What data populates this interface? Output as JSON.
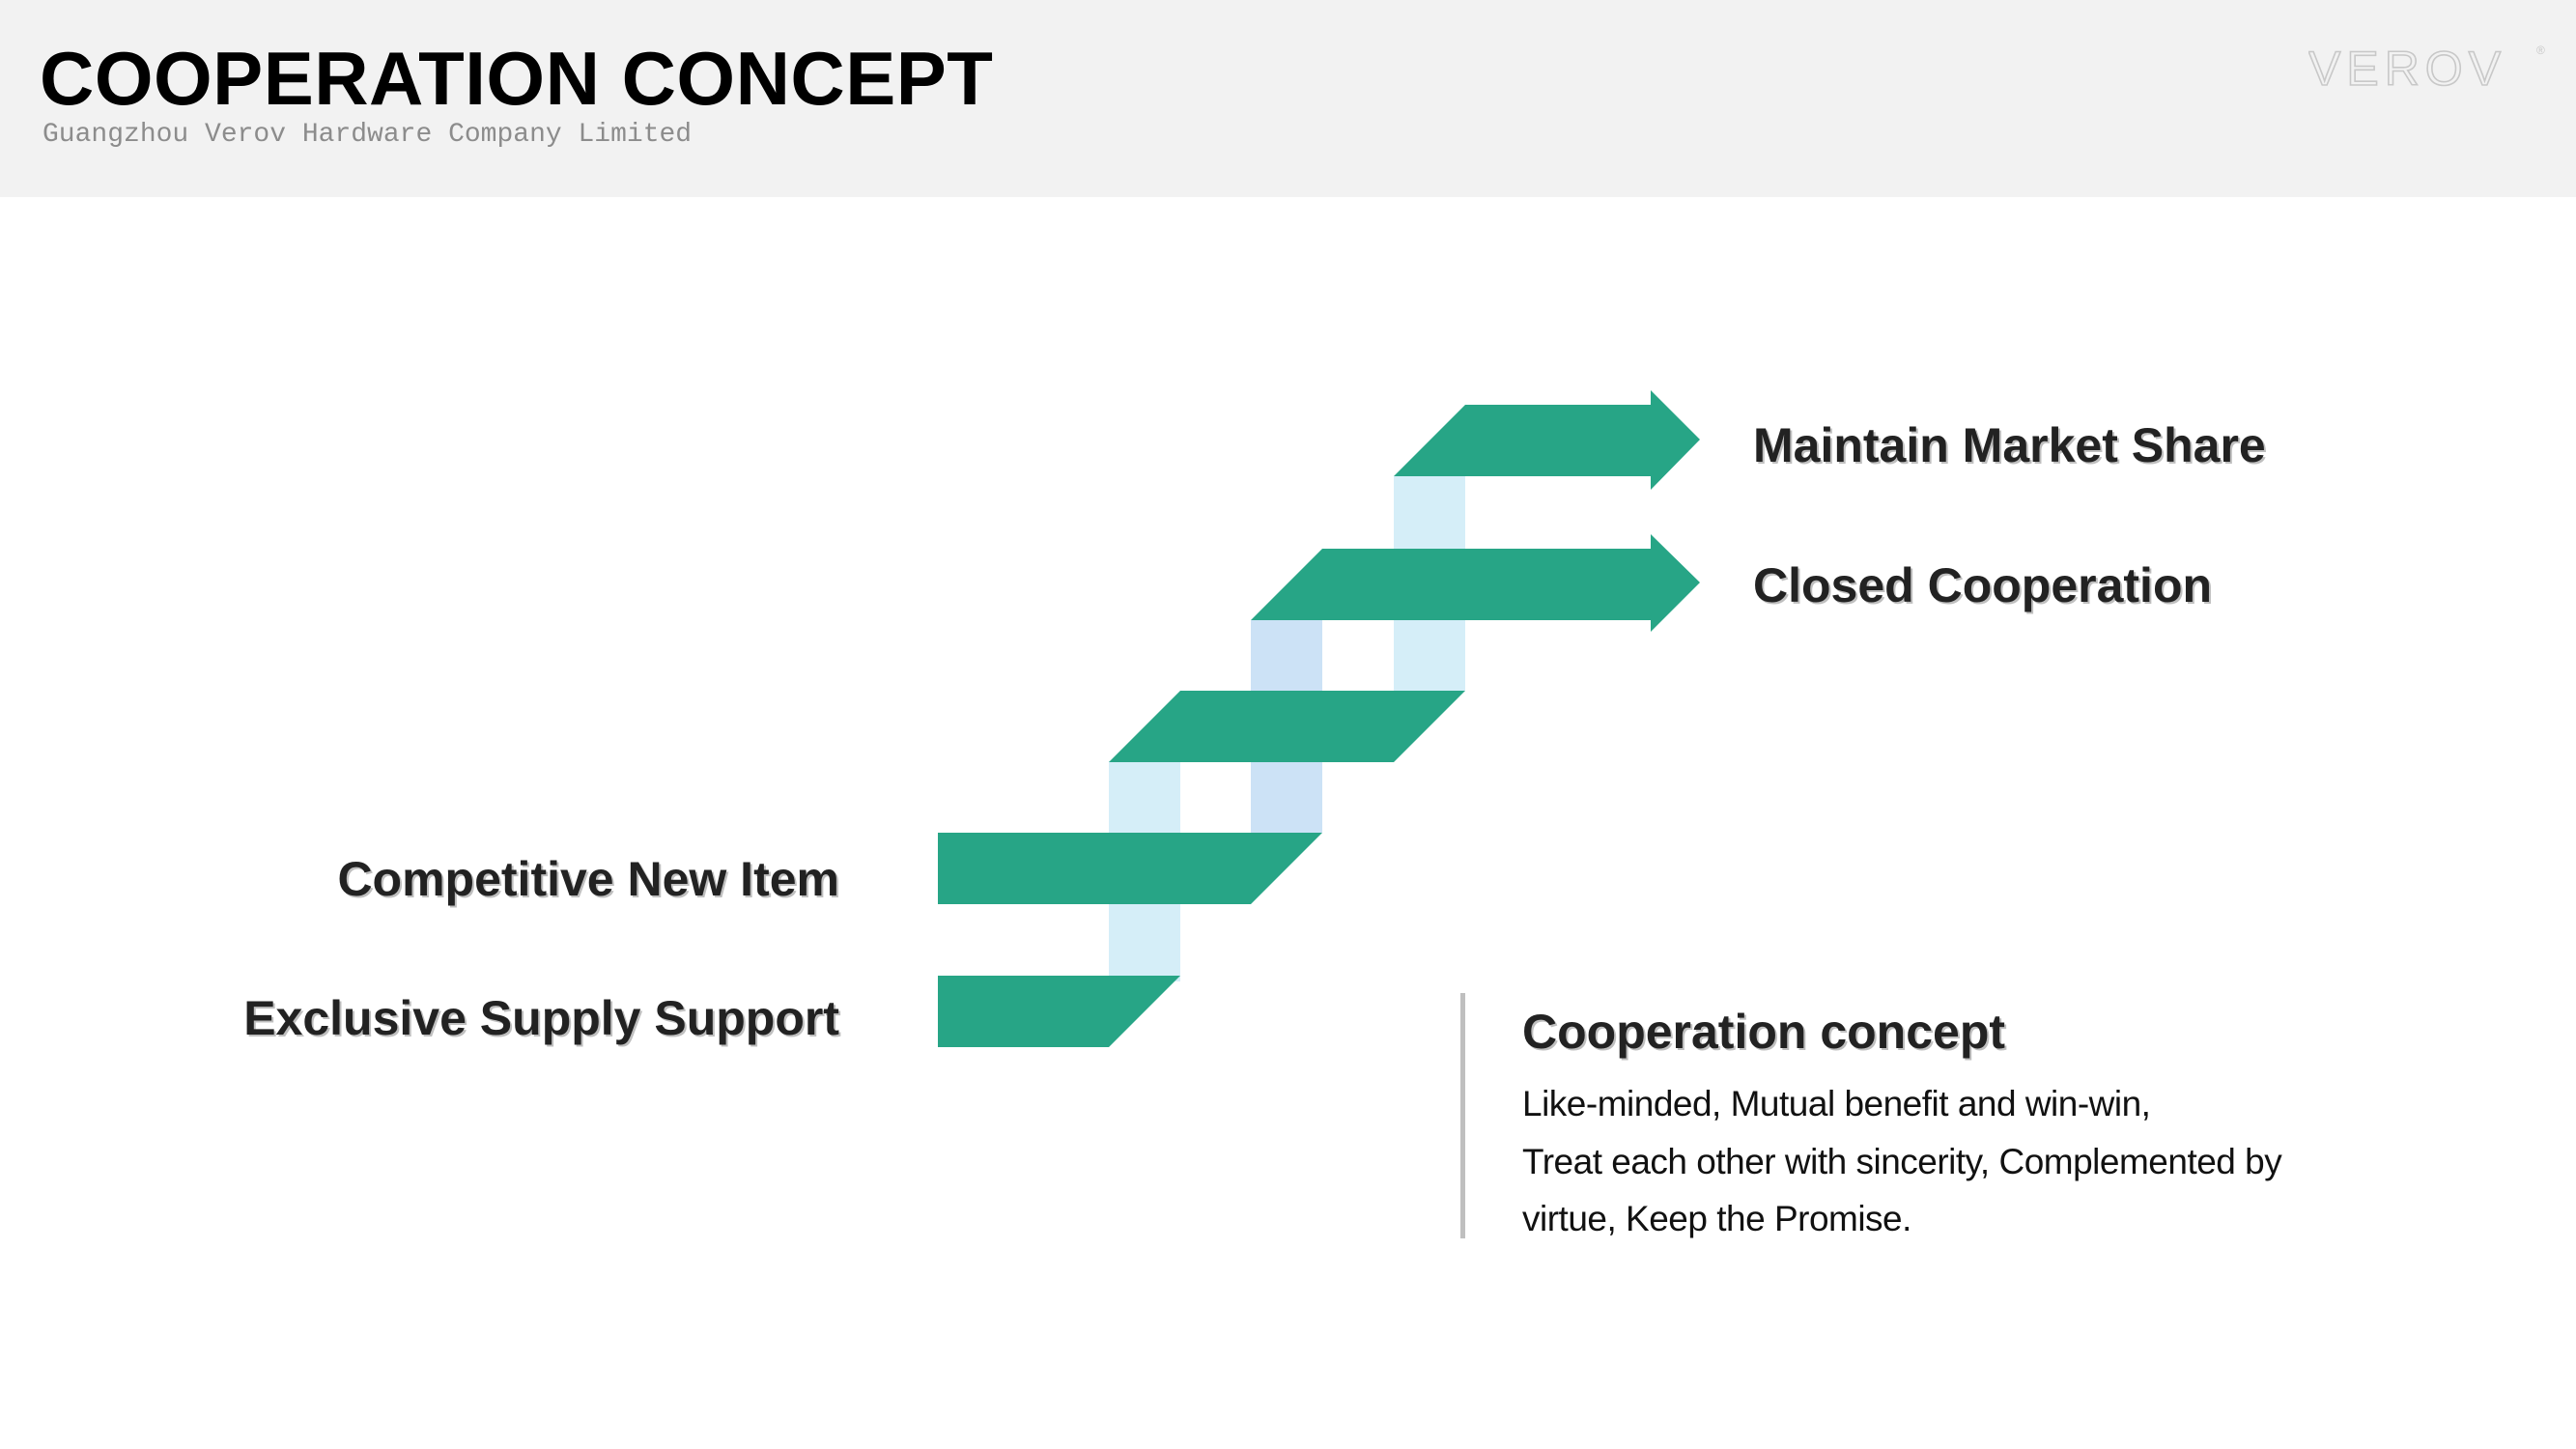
{
  "header": {
    "title": "COOPERATION CONCEPT",
    "subtitle": "Guangzhou Verov Hardware Company Limited",
    "logo_text": "VEROV",
    "logo_mark": "®"
  },
  "diagram": {
    "steps": [
      {
        "label": "Exclusive Supply Support",
        "side": "left"
      },
      {
        "label": "Competitive New Item",
        "side": "left"
      },
      {
        "label": "",
        "side": "none"
      },
      {
        "label": "Closed Cooperation",
        "side": "right"
      },
      {
        "label": "Maintain Market Share",
        "side": "right"
      }
    ]
  },
  "info": {
    "title": "Cooperation concept",
    "lines": [
      "Like-minded, Mutual benefit and win-win,",
      "Treat each other with sincerity, Complemented by",
      "virtue, Keep the Promise."
    ]
  },
  "colors": {
    "header_bg": "#f2f2f2",
    "band_green": "#27a586",
    "connector_light": "#d5eef8",
    "connector_blue": "#cce2f6",
    "divider": "#bfbfbf",
    "logo": "#c8c8c8"
  }
}
